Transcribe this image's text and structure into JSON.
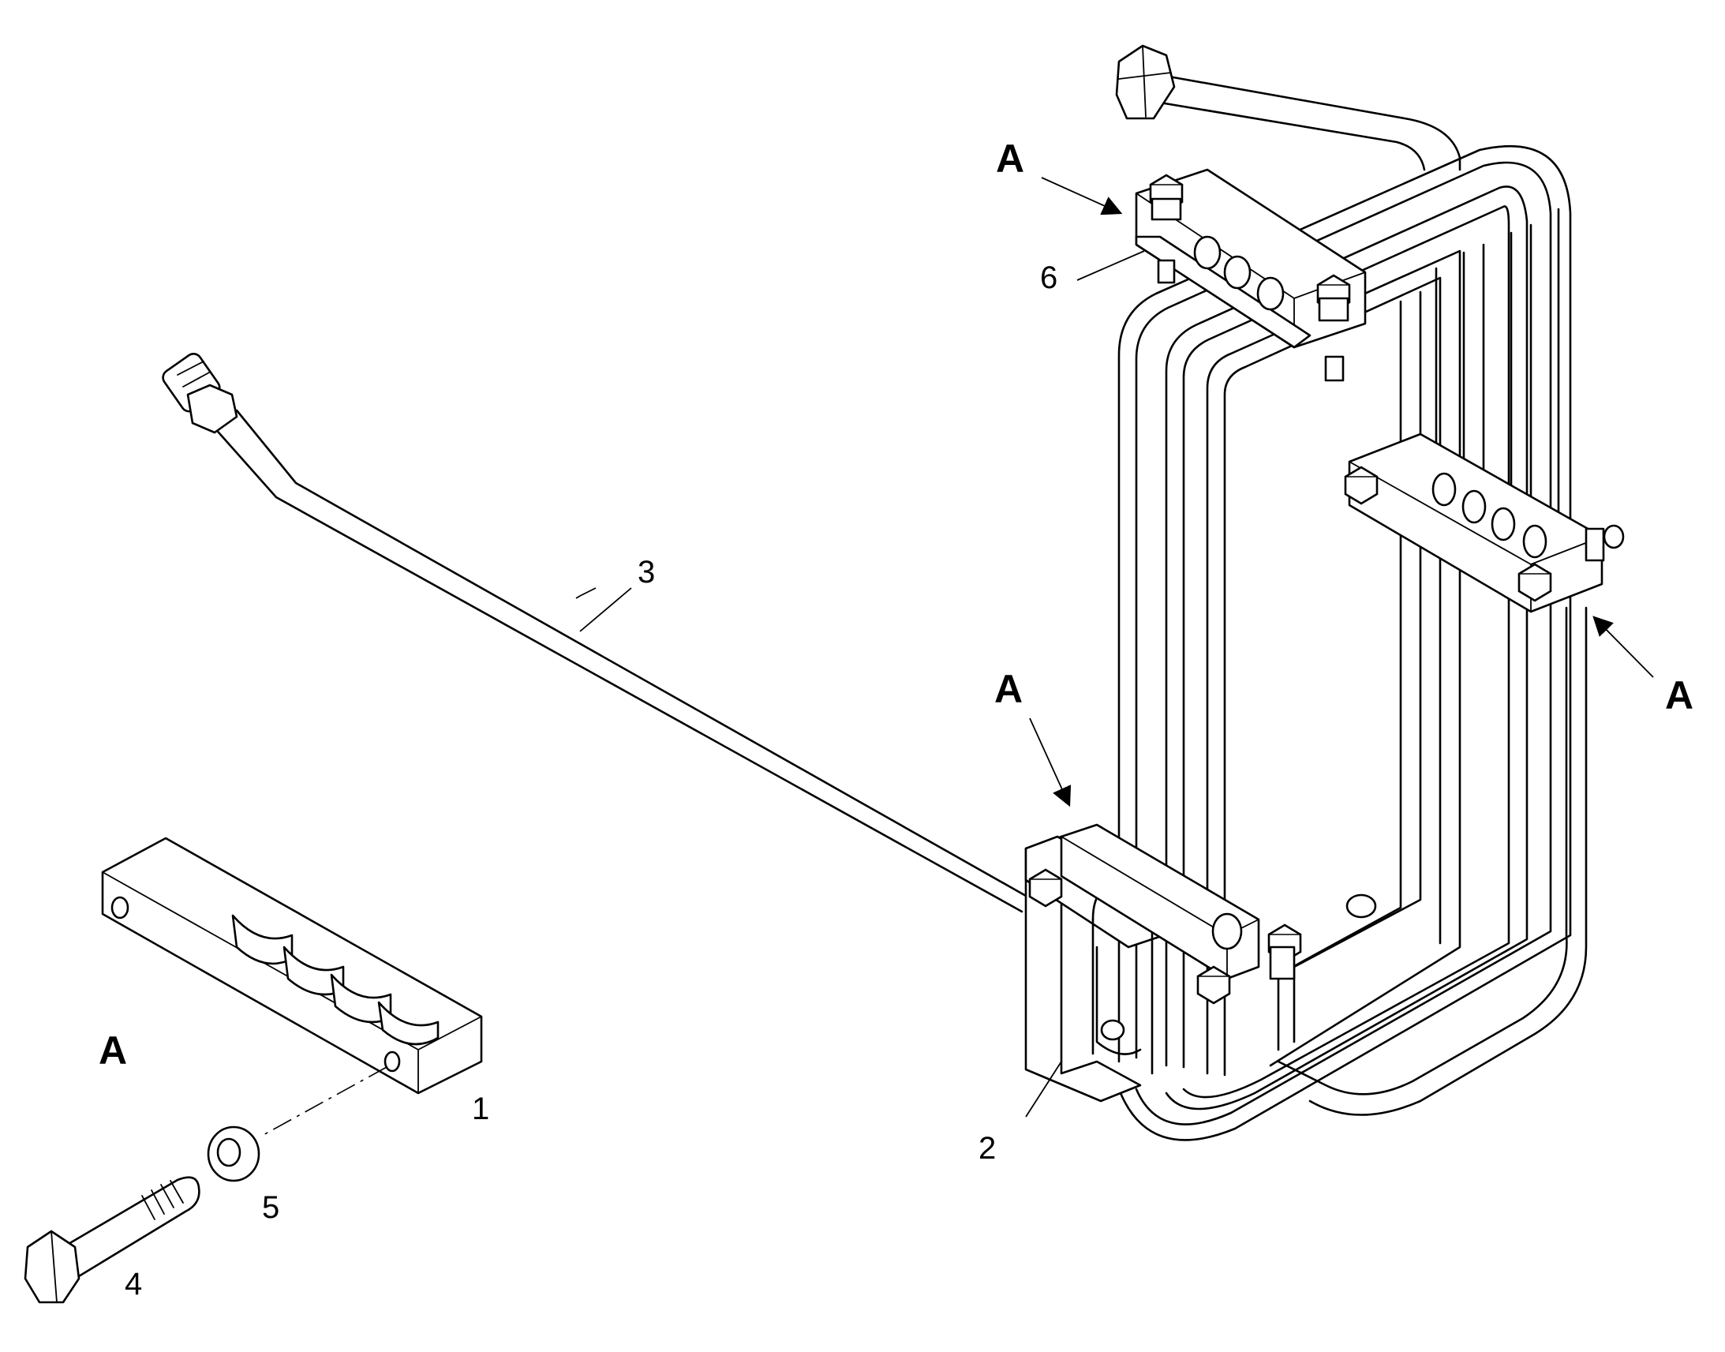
{
  "callouts": {
    "part_1": "1",
    "part_2": "2",
    "part_3": "3",
    "part_4": "4",
    "part_5": "5",
    "part_6": "6"
  },
  "views": {
    "view_a": "A"
  },
  "colors": {
    "line": "#000000",
    "background": "#ffffff"
  }
}
